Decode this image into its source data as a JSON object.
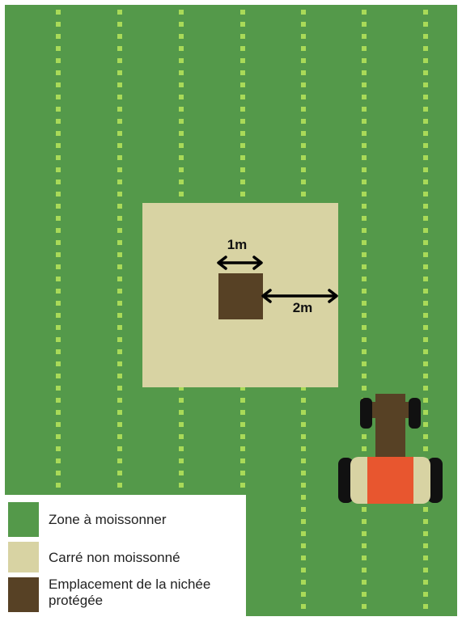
{
  "colors": {
    "field": "#54994a",
    "row_marks": "#a9da58",
    "unharvested": "#d8d3a3",
    "nest": "#574125",
    "arrow": "#000000",
    "tractor_body": "#574125",
    "tractor_hood": "#e8562f",
    "tractor_tyres": "#111111",
    "tractor_fenders": "#d8d3a3"
  },
  "diagram": {
    "small_dimension": "1m",
    "buffer_dimension": "2m"
  },
  "legend": [
    {
      "label": "Zone à moissonner",
      "color": "#54994a"
    },
    {
      "label": "Carré non moissonné",
      "color": "#d8d3a3"
    },
    {
      "label": "Emplacement de la nichée protégée",
      "color": "#574125"
    }
  ]
}
